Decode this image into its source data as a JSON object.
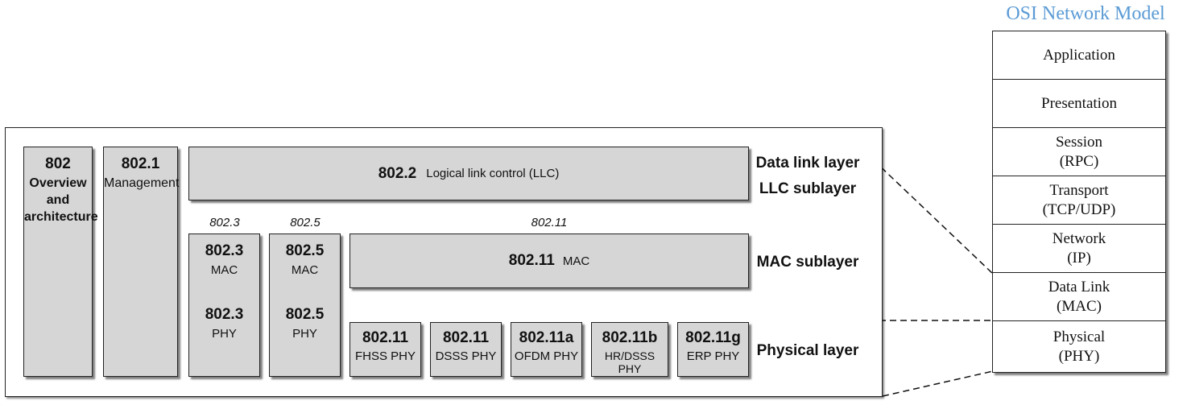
{
  "osi": {
    "title": "OSI Network Model",
    "layers": [
      {
        "name": "Application",
        "sub": ""
      },
      {
        "name": "Presentation",
        "sub": ""
      },
      {
        "name": "Session",
        "sub": "(RPC)"
      },
      {
        "name": "Transport",
        "sub": "(TCP/UDP)"
      },
      {
        "name": "Network",
        "sub": "(IP)"
      },
      {
        "name": "Data Link",
        "sub": "(MAC)"
      },
      {
        "name": "Physical",
        "sub": "(PHY)"
      }
    ]
  },
  "ieee": {
    "overview": {
      "num": "802",
      "lines": [
        "Overview",
        "and",
        "architecture"
      ]
    },
    "management": {
      "num": "802.1",
      "label": "Management"
    },
    "llc": {
      "num": "802.2",
      "label": "Logical link control (LLC)"
    },
    "headers": {
      "h3": "802.3",
      "h5": "802.5",
      "h11": "802.11"
    },
    "mac3": {
      "num": "802.3",
      "label": "MAC",
      "phy_num": "802.3",
      "phy_label": "PHY"
    },
    "mac5": {
      "num": "802.5",
      "label": "MAC",
      "phy_num": "802.5",
      "phy_label": "PHY"
    },
    "mac11": {
      "num": "802.11",
      "label": "MAC"
    },
    "phys": [
      {
        "num": "802.11",
        "label": "FHSS PHY"
      },
      {
        "num": "802.11",
        "label": "DSSS PHY"
      },
      {
        "num": "802.11a",
        "label": "OFDM PHY"
      },
      {
        "num": "802.11b",
        "label": "HR/DSSS PHY"
      },
      {
        "num": "802.11g",
        "label": "ERP PHY"
      }
    ],
    "layers": {
      "datalink": "Data link layer",
      "llc": "LLC sublayer",
      "mac": "MAC sublayer",
      "physical": "Physical layer"
    }
  }
}
